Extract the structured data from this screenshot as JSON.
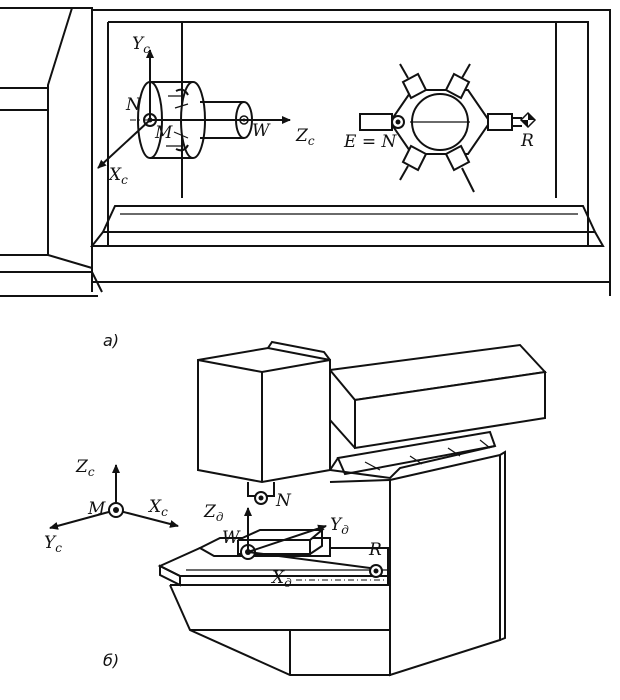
{
  "caption_a": "a)",
  "caption_b": "б)",
  "lathe": {
    "axis_y": "Y",
    "axis_z": "Z",
    "axis_x": "X",
    "axis_sub": "c",
    "point_n": "N",
    "point_m": "M",
    "point_w": "W",
    "point_r": "R",
    "turret_label": "E = N"
  },
  "mill": {
    "axis_zc": "Z",
    "axis_xc": "X",
    "axis_yc": "Y",
    "axis_sub_c": "c",
    "point_m": "M",
    "point_n": "N",
    "point_w": "W",
    "point_r": "R",
    "axis_zd": "Z",
    "axis_yd": "Y",
    "axis_xd": "X",
    "axis_sub_d": "д"
  }
}
